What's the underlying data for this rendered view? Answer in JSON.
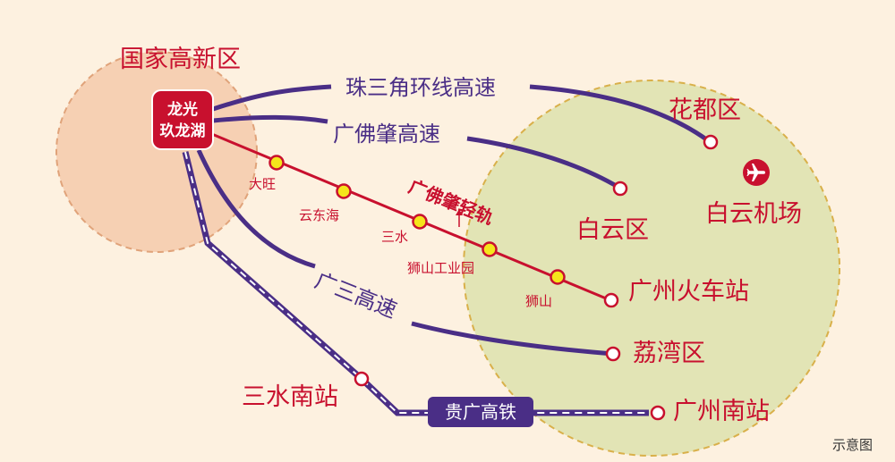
{
  "zones": {
    "high_tech": "国家高新区"
  },
  "origin": {
    "line1": "龙光",
    "line2": "玖龙湖"
  },
  "routes": {
    "pearl_ring": "珠三角环线高速",
    "guangfozhao": "广佛肇高速",
    "guangsan": "广三高速",
    "gui_guang_hsr": "贵广高铁"
  },
  "light_rail": {
    "name": "广佛肇轻轨",
    "stations": [
      "大旺",
      "云东海",
      "三水",
      "狮山工业园",
      "狮山"
    ]
  },
  "destinations": {
    "huadu": "花都区",
    "airport": "白云机场",
    "baiyun": "白云区",
    "gz_station": "广州火车站",
    "liwan": "荔湾区",
    "sanshui_south": "三水南站",
    "gz_south": "广州南站"
  },
  "icons": {
    "airport": "airplane-icon",
    "rail_direction": "arrow-up-icon"
  },
  "colors": {
    "background": "#fdf1e0",
    "zone_left": "#f6d0b3",
    "zone_right": "#e2e4b5",
    "red": "#c8102e",
    "purple": "#4a2e86",
    "station_fill": "#f5e51b"
  },
  "note": "示意图"
}
